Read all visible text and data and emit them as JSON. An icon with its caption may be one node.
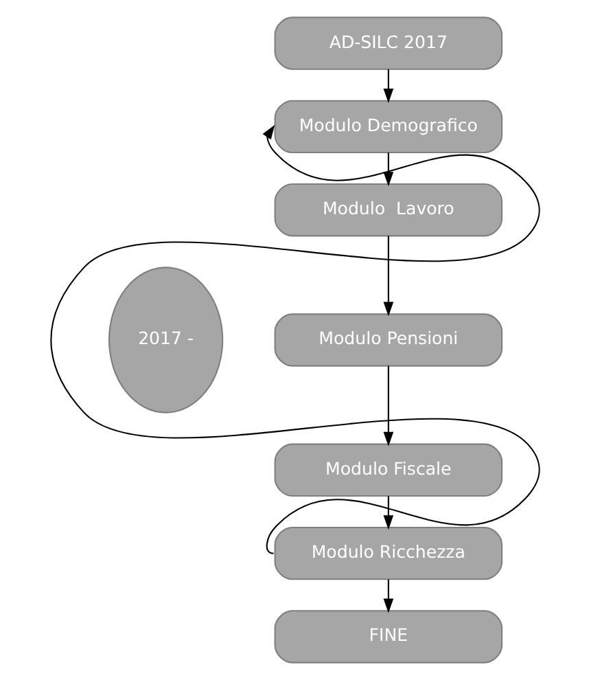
{
  "diagram": {
    "nodes": [
      {
        "text": [
          "AD-SILC 2017"
        ]
      },
      {
        "text": [
          "Modulo Demografico"
        ]
      },
      {
        "text": [
          "Modulo  Lavoro"
        ]
      },
      {
        "text": [
          "Modulo Pensioni"
        ]
      },
      {
        "text": [
          "Modulo Fiscale"
        ]
      },
      {
        "text": [
          "Modulo Ricchezza"
        ]
      },
      {
        "text": [
          "FINE"
        ]
      },
      {
        "text": [
          "2017 -"
        ]
      }
    ],
    "edges": [
      {
        "from": 0,
        "to": 1,
        "arrow": "to"
      },
      {
        "from": 1,
        "to": 2,
        "arrow": "to"
      },
      {
        "from": 2,
        "to": 3,
        "arrow": "to"
      },
      {
        "from": 3,
        "to": 4,
        "arrow": "to"
      },
      {
        "from": 4,
        "to": 5,
        "arrow": "to"
      },
      {
        "from": 5,
        "to": 6,
        "arrow": "to"
      },
      {
        "from": 5,
        "to": 1,
        "arrow": "to"
      }
    ]
  }
}
